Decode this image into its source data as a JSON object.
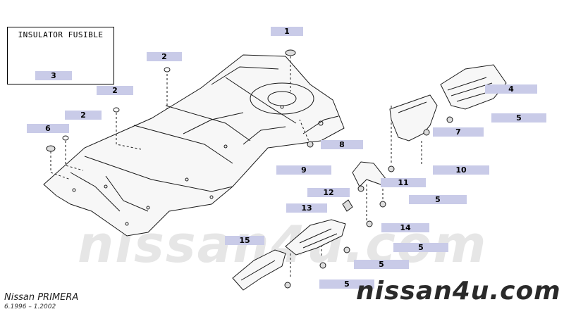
{
  "legend": {
    "title": "INSULATOR FUSIBLE",
    "number": "3"
  },
  "callouts": [
    "1",
    "2",
    "2",
    "2",
    "6",
    "8",
    "4",
    "5",
    "7",
    "9",
    "10",
    "11",
    "5",
    "12",
    "13",
    "14",
    "5",
    "15",
    "5",
    "5"
  ],
  "watermark": "nissan4u.com",
  "brand": "nissan4u.com",
  "model": "Nissan PRIMERA",
  "dates": "6.1996 – 1.2002",
  "colors": {
    "label_bg": "#c9cbe8",
    "line": "#1a1a1a",
    "shade": "#f4f4f4"
  }
}
